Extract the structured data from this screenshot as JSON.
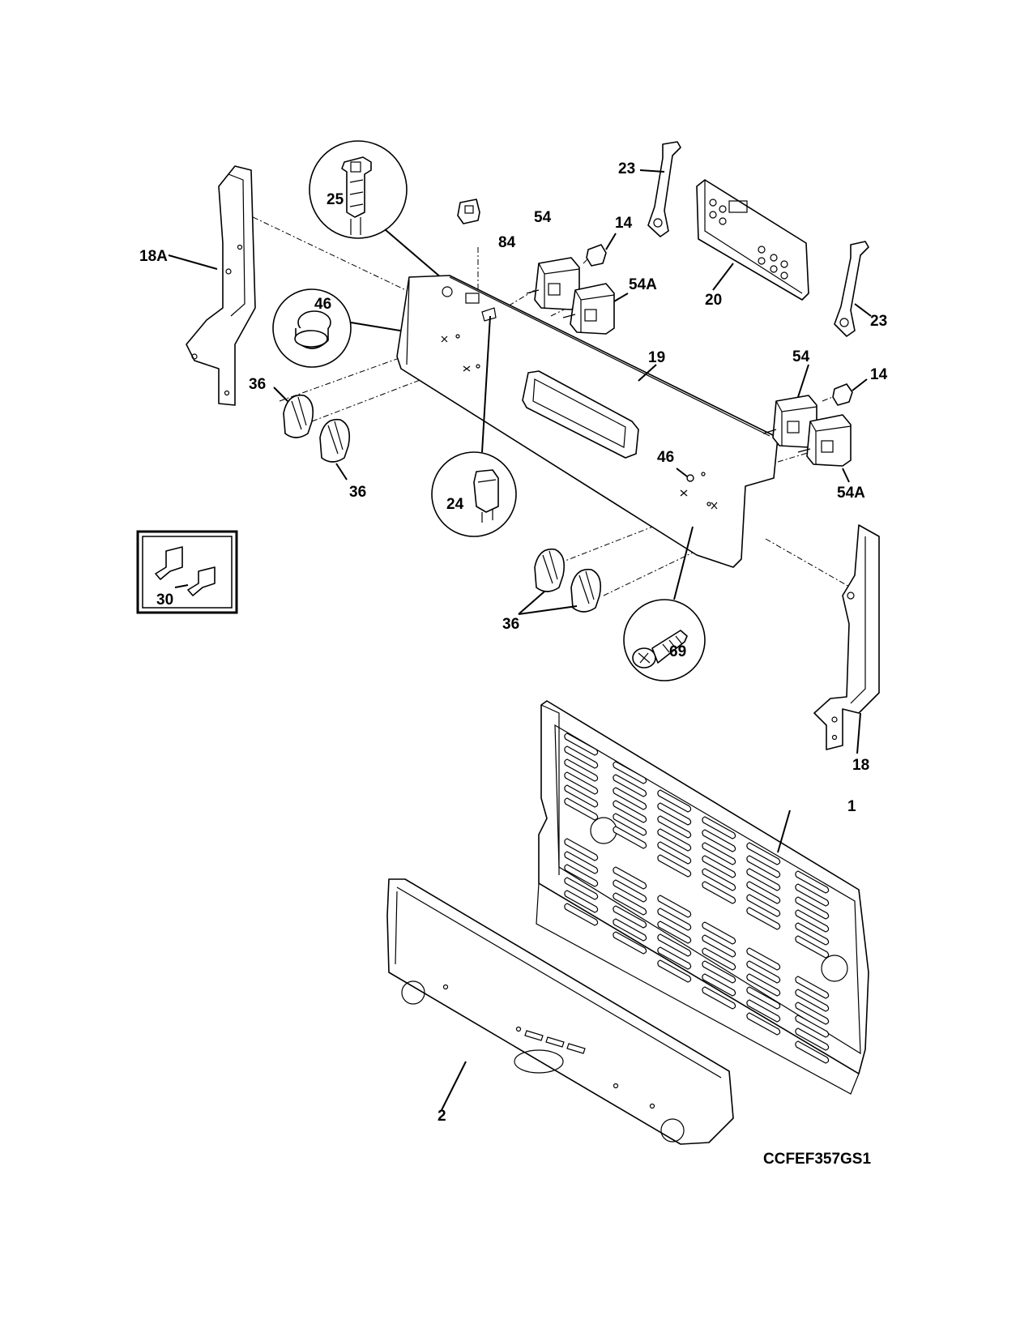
{
  "diagram": {
    "code": "CCFEF357GS1",
    "callouts": {
      "p1": "1",
      "p2": "2",
      "p14a": "14",
      "p14b": "14",
      "p18": "18",
      "p18a": "18A",
      "p19": "19",
      "p20": "20",
      "p23a": "23",
      "p23b": "23",
      "p24": "24",
      "p25": "25",
      "p30": "30",
      "p36a": "36",
      "p36b": "36",
      "p36c": "36",
      "p46a": "46",
      "p46b": "46",
      "p54a": "54",
      "p54b": "54",
      "p54Aa": "54A",
      "p54Ab": "54A",
      "p69": "69",
      "p84": "84"
    }
  }
}
